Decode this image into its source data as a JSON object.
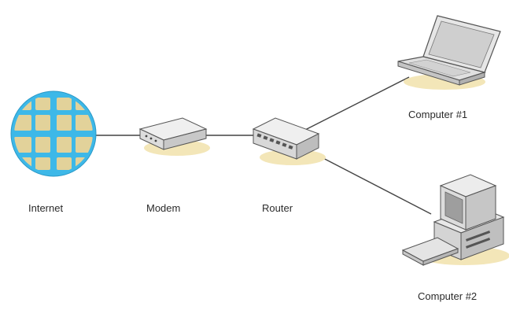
{
  "diagram": {
    "nodes": [
      {
        "id": "internet",
        "label": "Internet",
        "icon": "globe-icon"
      },
      {
        "id": "modem",
        "label": "Modem",
        "icon": "modem-icon"
      },
      {
        "id": "router",
        "label": "Router",
        "icon": "router-icon"
      },
      {
        "id": "computer1",
        "label": "Computer #1",
        "icon": "laptop-icon"
      },
      {
        "id": "computer2",
        "label": "Computer #2",
        "icon": "desktop-computer-icon"
      }
    ],
    "connections": [
      {
        "from": "internet",
        "to": "modem"
      },
      {
        "from": "modem",
        "to": "router"
      },
      {
        "from": "router",
        "to": "computer1"
      },
      {
        "from": "router",
        "to": "computer2"
      }
    ]
  },
  "colors": {
    "globe_fill": "#3db8e8",
    "globe_land": "#e2d29a",
    "device_body": "#e8e8e8",
    "device_shade": "#bdbdbd",
    "outline": "#555555",
    "shadow": "#f3e6b8",
    "link": "#444444"
  }
}
